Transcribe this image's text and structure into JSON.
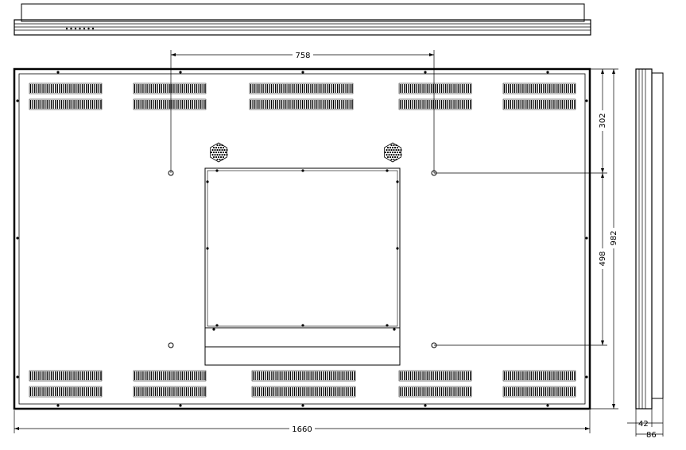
{
  "dimensions": {
    "hole_spacing_horizontal": "758",
    "overall_width": "1660",
    "top_hole_offset": "302",
    "hole_spacing_vertical": "498",
    "overall_height": "982",
    "depth_front": "42",
    "depth_total": "86"
  },
  "colors": {
    "line": "#000000",
    "background": "#ffffff"
  },
  "views": [
    "top-view",
    "front-view",
    "side-view"
  ]
}
